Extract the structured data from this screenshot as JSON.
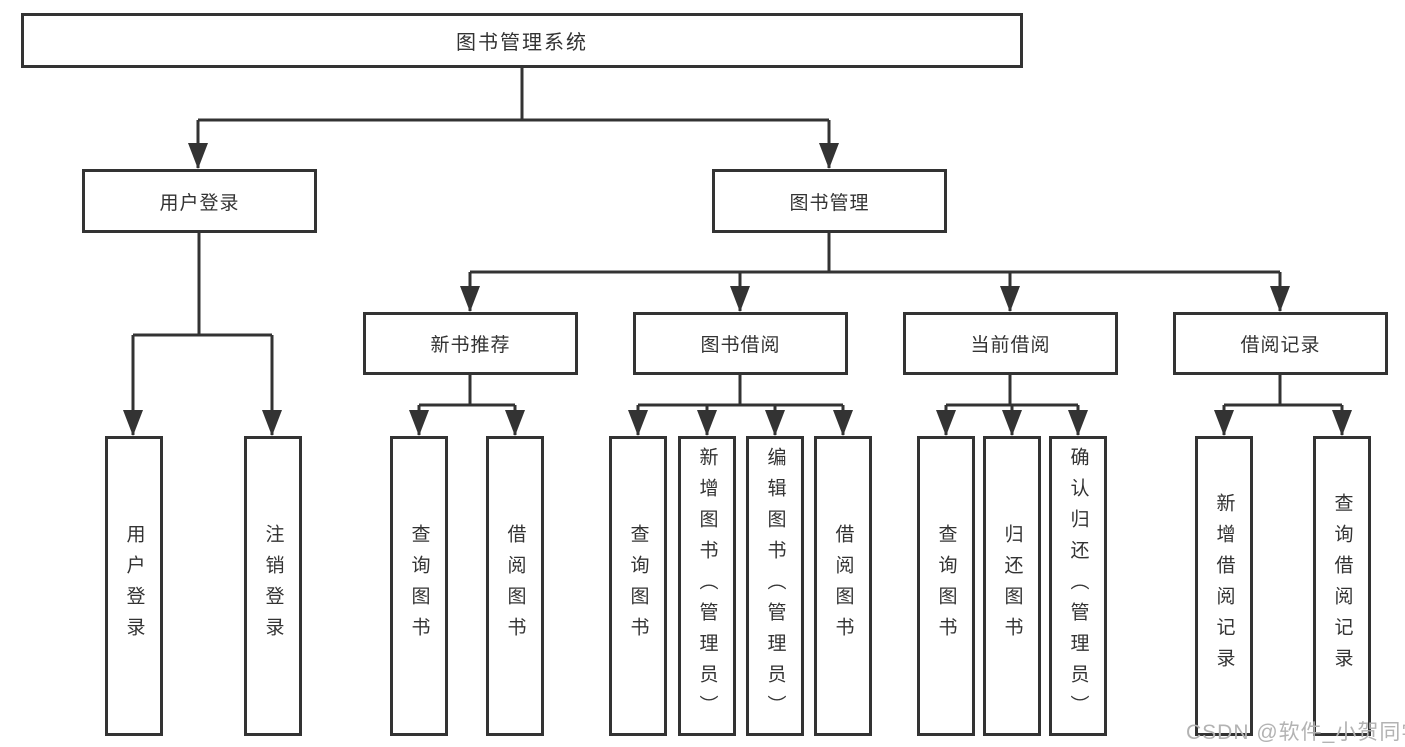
{
  "diagram": {
    "title_node": {
      "label": "图书管理系统"
    },
    "level2": [
      {
        "id": "user-login",
        "label": "用户登录"
      },
      {
        "id": "book-management",
        "label": "图书管理"
      }
    ],
    "level3": [
      {
        "id": "new-book-recommend",
        "label": "新书推荐"
      },
      {
        "id": "book-borrow",
        "label": "图书借阅"
      },
      {
        "id": "current-borrow",
        "label": "当前借阅"
      },
      {
        "id": "borrow-records",
        "label": "借阅记录"
      }
    ],
    "leaves": {
      "user_login": [
        {
          "label": "用户登录"
        },
        {
          "label": "注销登录"
        }
      ],
      "new_books": [
        {
          "label": "查询图书"
        },
        {
          "label": "借阅图书"
        }
      ],
      "book_borrow": [
        {
          "label": "查询图书"
        },
        {
          "label": "新增图书（管理员）"
        },
        {
          "label": "编辑图书（管理员）"
        },
        {
          "label": "借阅图书"
        }
      ],
      "current_borrow": [
        {
          "label": "查询图书"
        },
        {
          "label": "归还图书"
        },
        {
          "label": "确认归还（管理员）"
        }
      ],
      "borrow_records": [
        {
          "label": "新增借阅记录"
        },
        {
          "label": "查询借阅记录"
        }
      ]
    },
    "watermark": "CSDN @软件_小贺同学",
    "colors": {
      "line": "#333333",
      "text": "#333333",
      "watermark": "#b3b3b3",
      "background": "#ffffff"
    }
  }
}
